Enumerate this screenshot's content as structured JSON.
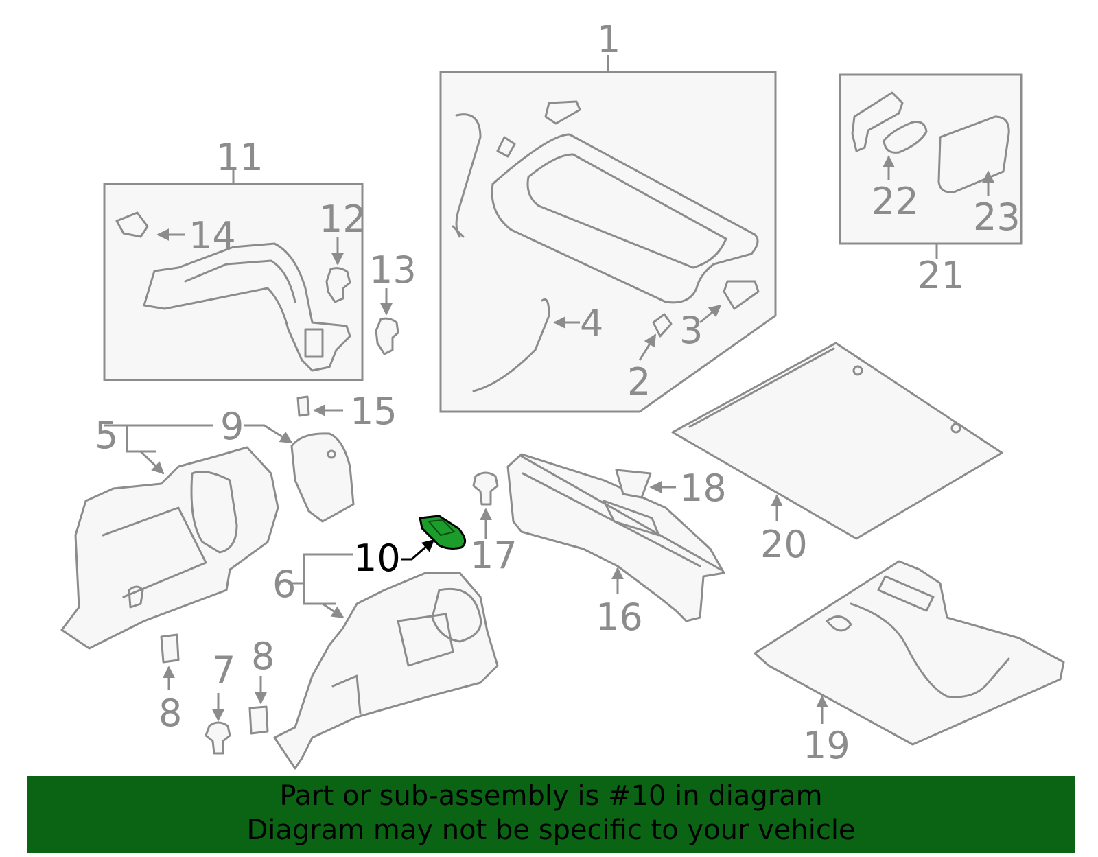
{
  "callouts": {
    "c1": "1",
    "c2": "2",
    "c3": "3",
    "c4": "4",
    "c5": "5",
    "c6": "6",
    "c7": "7",
    "c8a": "8",
    "c8b": "8",
    "c9": "9",
    "c10": "10",
    "c11": "11",
    "c12": "12",
    "c13": "13",
    "c14": "14",
    "c15": "15",
    "c16": "16",
    "c17": "17",
    "c18": "18",
    "c19": "19",
    "c20": "20",
    "c21": "21",
    "c22": "22",
    "c23": "23"
  },
  "highlight": {
    "part_number": "10",
    "color": "#1c9c2a"
  },
  "colors": {
    "line": "#8c8c8c",
    "banner": "#0b6414",
    "banner_text": "#000000"
  },
  "banner": {
    "line1": "Part or sub-assembly is #10 in diagram",
    "line2": "Diagram may not be specific to your vehicle"
  }
}
